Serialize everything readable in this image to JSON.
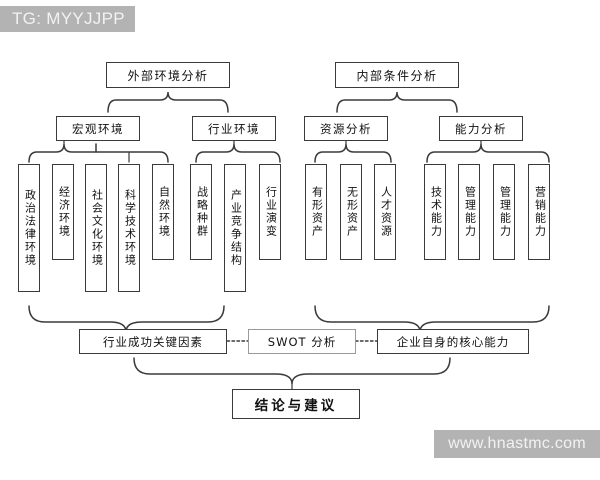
{
  "watermarks": {
    "top_left": "TG: MYYJJPP",
    "bottom_right": "www.hnastmc.com"
  },
  "diagram": {
    "type": "hierarchy-tree",
    "title_level1": [
      {
        "id": "external",
        "label": "外部环境分析"
      },
      {
        "id": "internal",
        "label": "内部条件分析"
      }
    ],
    "level2": [
      {
        "id": "macro",
        "label": "宏观环境",
        "parent": "external"
      },
      {
        "id": "industry",
        "label": "行业环境",
        "parent": "external"
      },
      {
        "id": "resource",
        "label": "资源分析",
        "parent": "internal"
      },
      {
        "id": "capability",
        "label": "能力分析",
        "parent": "internal"
      }
    ],
    "leaves": [
      {
        "id": "leaf-1",
        "label": "政治法律环境",
        "parent": "macro"
      },
      {
        "id": "leaf-2",
        "label": "经济环境",
        "parent": "macro"
      },
      {
        "id": "leaf-3",
        "label": "社会文化环境",
        "parent": "macro"
      },
      {
        "id": "leaf-4",
        "label": "科学技术环境",
        "parent": "macro"
      },
      {
        "id": "leaf-5",
        "label": "自然环境",
        "parent": "macro"
      },
      {
        "id": "leaf-6",
        "label": "战略种群",
        "parent": "industry"
      },
      {
        "id": "leaf-7",
        "label": "产业竞争结构",
        "parent": "industry"
      },
      {
        "id": "leaf-8",
        "label": "行业演变",
        "parent": "industry"
      },
      {
        "id": "leaf-9",
        "label": "有形资产",
        "parent": "resource"
      },
      {
        "id": "leaf-10",
        "label": "无形资产",
        "parent": "resource"
      },
      {
        "id": "leaf-11",
        "label": "人才资源",
        "parent": "resource"
      },
      {
        "id": "leaf-12",
        "label": "技术能力",
        "parent": "capability"
      },
      {
        "id": "leaf-13",
        "label": "管理能力",
        "parent": "capability"
      },
      {
        "id": "leaf-14",
        "label": "管理能力",
        "parent": "capability"
      },
      {
        "id": "leaf-15",
        "label": "营销能力",
        "parent": "capability"
      }
    ],
    "synthesis": [
      {
        "id": "ksf",
        "label": "行业成功关键因素"
      },
      {
        "id": "swot",
        "label": "SWOT 分析"
      },
      {
        "id": "core",
        "label": "企业自身的核心能力"
      }
    ],
    "conclusion": {
      "id": "conclusion",
      "label": "结论与建议"
    },
    "arrows": [
      {
        "from": "ksf",
        "to": "swot",
        "style": "dotted"
      },
      {
        "from": "core",
        "to": "swot",
        "style": "dotted"
      }
    ],
    "colors": {
      "stroke": "#3a3a3a",
      "swot_stroke": "#9a9a9a",
      "background": "#ffffff",
      "watermark_bg": "#b3b3b3",
      "watermark_text": "#f2f2f2"
    }
  }
}
